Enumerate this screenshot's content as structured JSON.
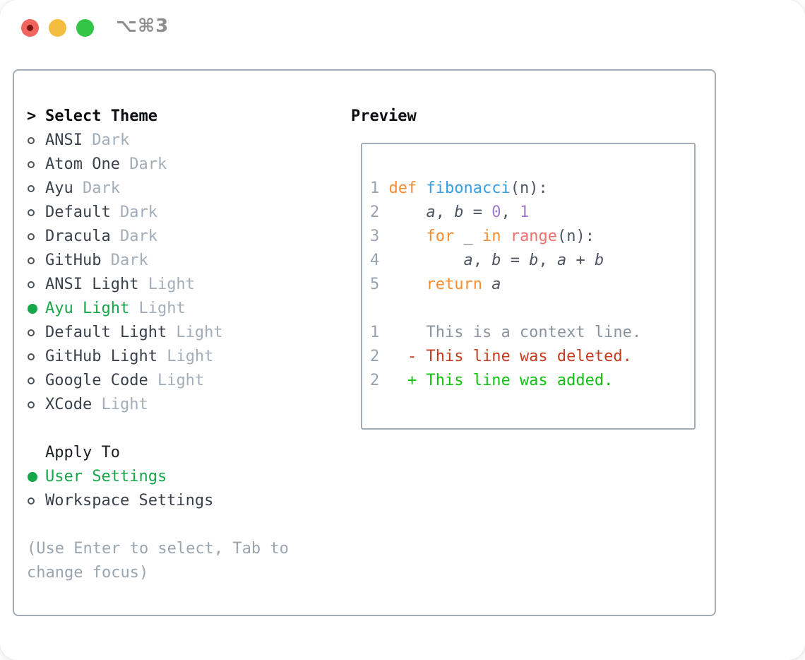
{
  "window": {
    "title": "⌥⌘3"
  },
  "colors": {
    "accent_green": "#17a74a",
    "panel_border": "#a4adb6",
    "heading_black": "#0b0d10",
    "name_dark": "#3a414b",
    "variant_gray": "#a3adb8",
    "hint_gray": "#9aa5b0",
    "title_gray": "#8e8e8e",
    "traffic_red": "#f0655e",
    "traffic_yellow": "#f5bd3d",
    "traffic_green": "#32c546",
    "num": "#98a3ae",
    "kw": "#f98d2e",
    "fn": "#399ee6",
    "pl": "#4e5663",
    "numlit": "#a37acc",
    "call": "#f2716b",
    "ctx": "#8b949e",
    "del": "#c63a1e",
    "add": "#0dc20d"
  },
  "theme_picker": {
    "pointer": ">",
    "heading": "Select Theme",
    "themes": [
      {
        "name": "ANSI",
        "variant": "Dark",
        "selected": false
      },
      {
        "name": "Atom One",
        "variant": "Dark",
        "selected": false
      },
      {
        "name": "Ayu",
        "variant": "Dark",
        "selected": false
      },
      {
        "name": "Default",
        "variant": "Dark",
        "selected": false
      },
      {
        "name": "Dracula",
        "variant": "Dark",
        "selected": false
      },
      {
        "name": "GitHub",
        "variant": "Dark",
        "selected": false
      },
      {
        "name": "ANSI Light",
        "variant": "Light",
        "selected": false
      },
      {
        "name": "Ayu Light",
        "variant": "Light",
        "selected": true
      },
      {
        "name": "Default Light",
        "variant": "Light",
        "selected": false
      },
      {
        "name": "GitHub Light",
        "variant": "Light",
        "selected": false
      },
      {
        "name": "Google Code",
        "variant": "Light",
        "selected": false
      },
      {
        "name": "XCode",
        "variant": "Light",
        "selected": false
      }
    ],
    "apply_heading": "Apply To",
    "apply_options": [
      {
        "name": "User Settings",
        "selected": true
      },
      {
        "name": "Workspace Settings",
        "selected": false
      }
    ],
    "hint": "(Use Enter to select, Tab to change focus)"
  },
  "preview": {
    "heading": "Preview",
    "code_lines": [
      {
        "tokens": [
          [
            "1 ",
            "num"
          ],
          [
            "def",
            "kw"
          ],
          [
            " ",
            "pl"
          ],
          [
            "fibonacci",
            "fn"
          ],
          [
            "(n):",
            "pl"
          ]
        ]
      },
      {
        "tokens": [
          [
            "2 ",
            "num"
          ],
          [
            "    ",
            "pl"
          ],
          [
            "a",
            "var"
          ],
          [
            ", ",
            "pl"
          ],
          [
            "b",
            "var"
          ],
          [
            " = ",
            "pl"
          ],
          [
            "0",
            "numlit"
          ],
          [
            ", ",
            "pl"
          ],
          [
            "1",
            "numlit"
          ]
        ]
      },
      {
        "tokens": [
          [
            "3 ",
            "num"
          ],
          [
            "    ",
            "pl"
          ],
          [
            "for",
            "kw"
          ],
          [
            " _ ",
            "pl"
          ],
          [
            "in",
            "kw"
          ],
          [
            " ",
            "pl"
          ],
          [
            "range",
            "call"
          ],
          [
            "(n):",
            "pl"
          ]
        ]
      },
      {
        "tokens": [
          [
            "4 ",
            "num"
          ],
          [
            "        ",
            "pl"
          ],
          [
            "a",
            "var"
          ],
          [
            ", ",
            "pl"
          ],
          [
            "b",
            "var"
          ],
          [
            " = ",
            "pl"
          ],
          [
            "b",
            "var"
          ],
          [
            ", ",
            "pl"
          ],
          [
            "a",
            "var"
          ],
          [
            " + ",
            "pl"
          ],
          [
            "b",
            "var"
          ]
        ]
      },
      {
        "tokens": [
          [
            "5 ",
            "num"
          ],
          [
            "    ",
            "pl"
          ],
          [
            "return",
            "kw"
          ],
          [
            " ",
            "pl"
          ],
          [
            "a",
            "var"
          ]
        ]
      },
      {
        "tokens": []
      },
      {
        "tokens": [
          [
            "1 ",
            "num"
          ],
          [
            "    ",
            "pl"
          ],
          [
            "This is a context line.",
            "ctx"
          ]
        ]
      },
      {
        "tokens": [
          [
            "2 ",
            "num"
          ],
          [
            "  ",
            "pl"
          ],
          [
            "- This line was deleted.",
            "del"
          ]
        ]
      },
      {
        "tokens": [
          [
            "2 ",
            "num"
          ],
          [
            "  ",
            "pl"
          ],
          [
            "+ This line was added.",
            "add"
          ]
        ]
      }
    ]
  }
}
